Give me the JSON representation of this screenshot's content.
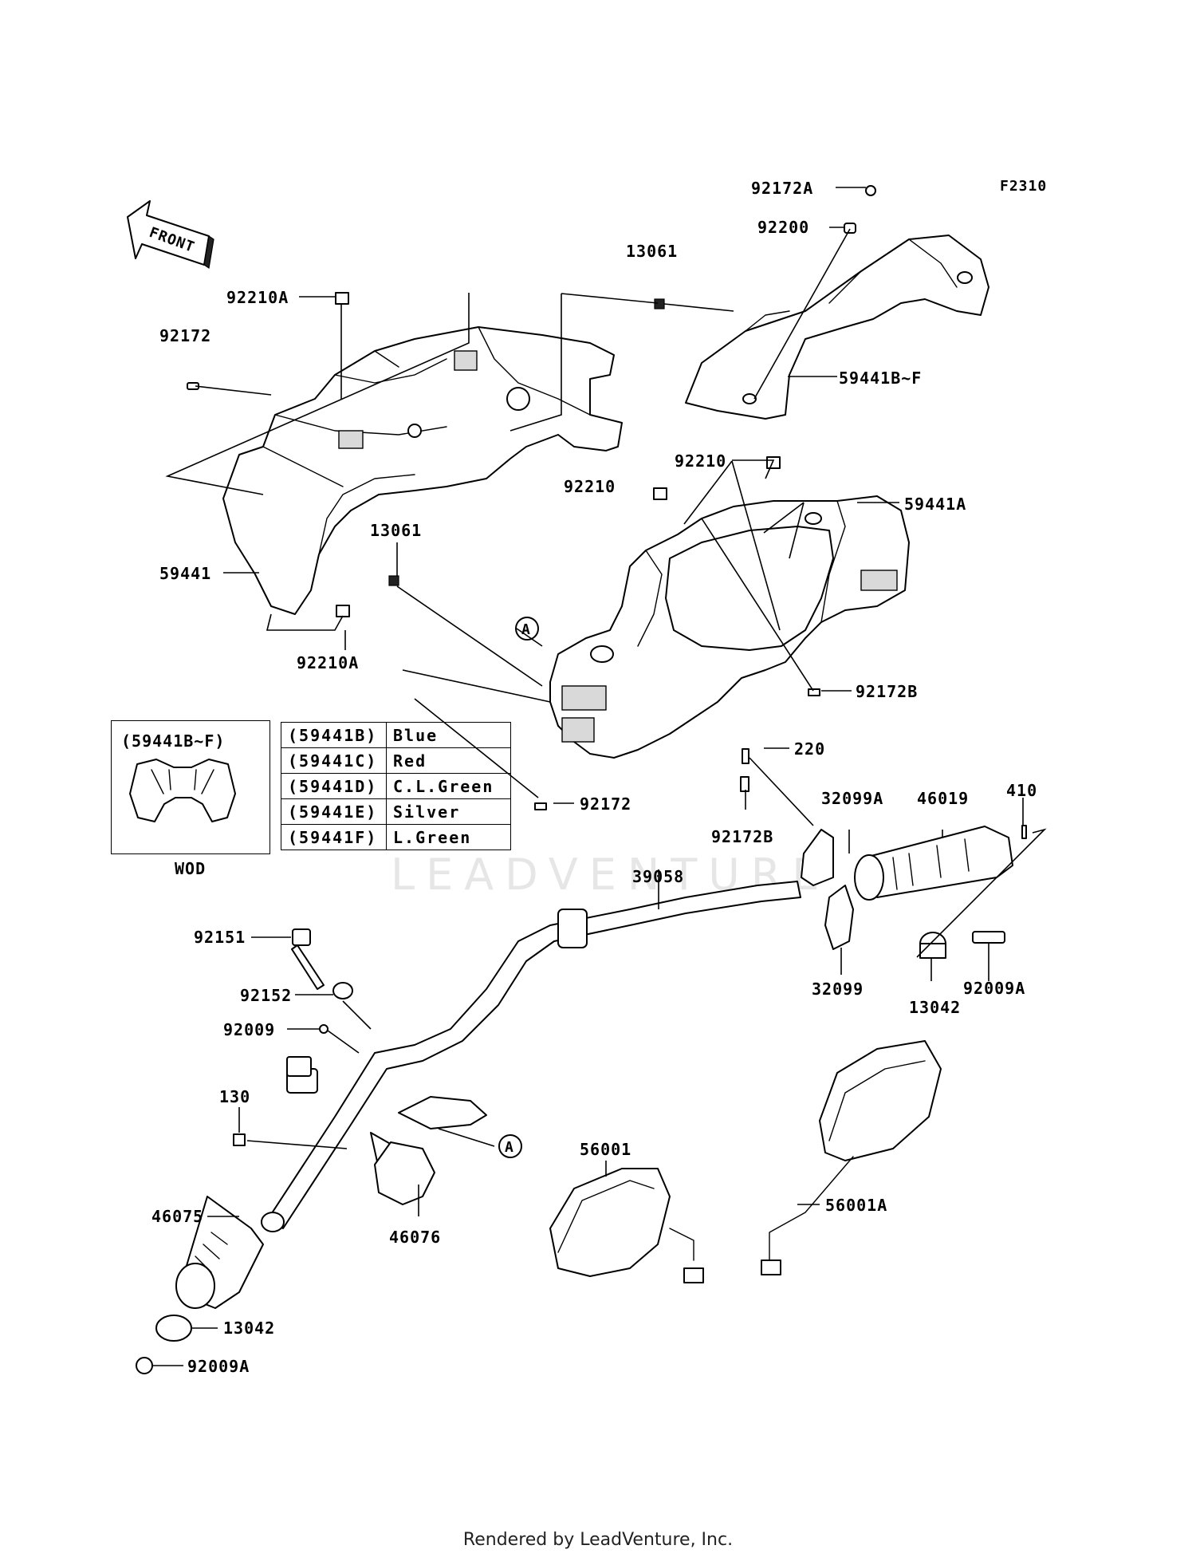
{
  "figure_code": "F2310",
  "front_arrow_label": "FRONT",
  "callouts": {
    "p92172A": "92172A",
    "p92200": "92200",
    "p13061_top": "13061",
    "p92210A_top": "92210A",
    "p92172_left": "92172",
    "p59441BF": "59441B~F",
    "p92210_right": "92210",
    "p92210_mid": "92210",
    "p59441A": "59441A",
    "p13061_mid": "13061",
    "p59441": "59441",
    "p92210A_bottom": "92210A",
    "p92172B_right": "92172B",
    "p220": "220",
    "p92172_bottom": "92172",
    "p92172B_bottom": "92172B",
    "p32099A": "32099A",
    "p46019": "46019",
    "p410": "410",
    "p39058": "39058",
    "p92151": "92151",
    "p92152": "92152",
    "p92009": "92009",
    "p130": "130",
    "p32099": "32099",
    "p13042_right": "13042",
    "p92009A_right": "92009A",
    "p56001": "56001",
    "p56001A": "56001A",
    "p46075": "46075",
    "p46076": "46076",
    "p13042_left": "13042",
    "p92009A_left": "92009A",
    "ref_A_top": "A",
    "ref_A_bottom": "A"
  },
  "inset": {
    "title": "(59441B~F)",
    "caption": "WOD"
  },
  "color_table": [
    {
      "code": "(59441B)",
      "color": "Blue"
    },
    {
      "code": "(59441C)",
      "color": "Red"
    },
    {
      "code": "(59441D)",
      "color": "C.L.Green"
    },
    {
      "code": "(59441E)",
      "color": "Silver"
    },
    {
      "code": "(59441F)",
      "color": "L.Green"
    }
  ],
  "watermark": "LEADVENTURE",
  "footer": "Rendered by LeadVenture, Inc."
}
